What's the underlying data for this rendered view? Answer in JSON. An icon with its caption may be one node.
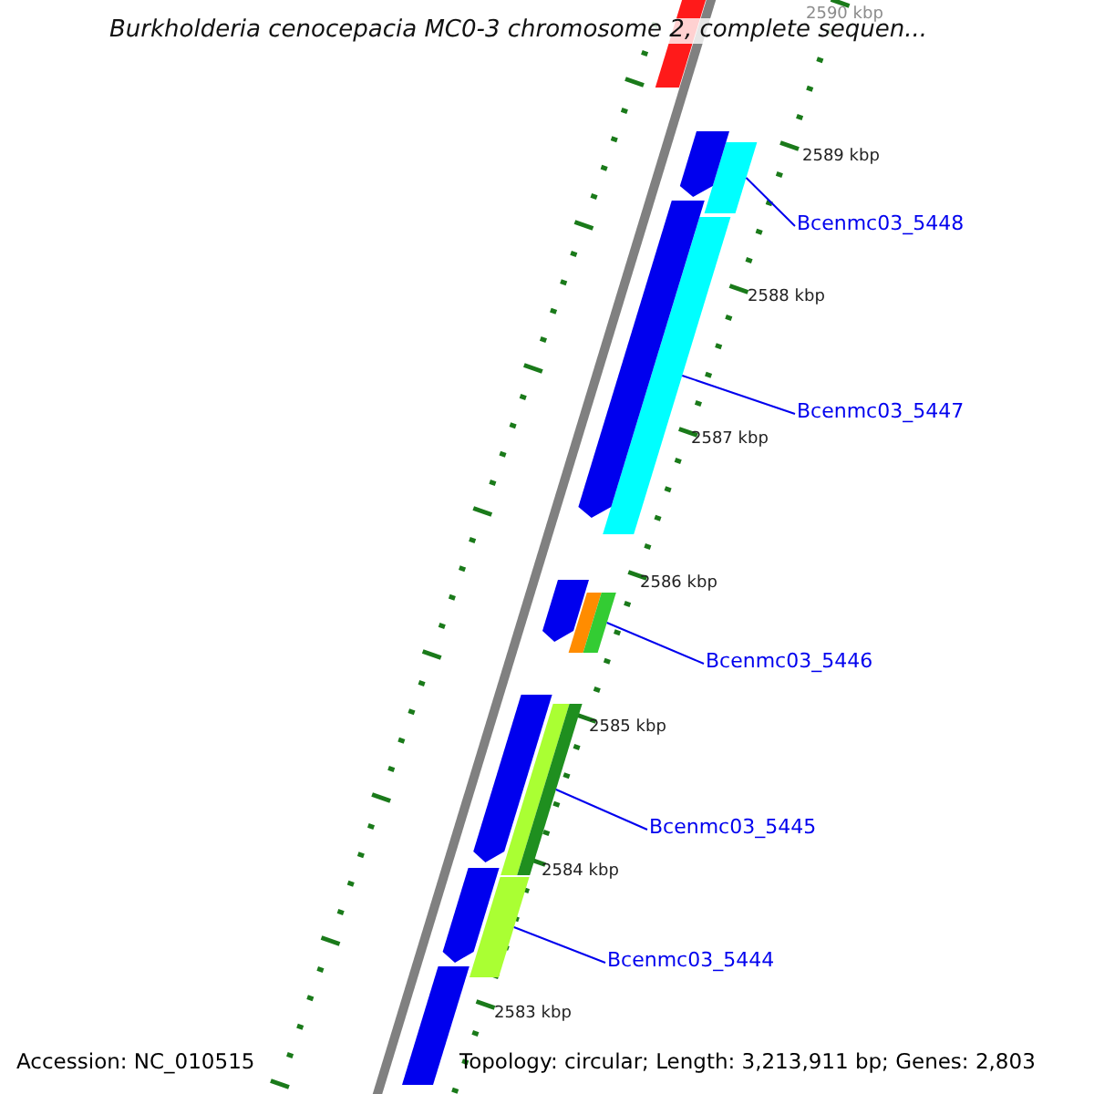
{
  "diagram": {
    "title": "Burkholderia cenocepacia MC0-3 chromosome 2, complete sequen...",
    "nodes": [
      {
        "text": [
          "Bcenmc03_5448"
        ]
      },
      {
        "text": [],
        "shape": "bar"
      },
      {
        "text": [
          "Bcenmc03_5447"
        ]
      },
      {
        "text": [],
        "shape": "bar"
      },
      {
        "text": [
          "Bcenmc03_5446"
        ]
      },
      {
        "text": [],
        "shape": "bar"
      },
      {
        "text": [
          "Bcenmc03_5445"
        ]
      },
      {
        "text": [],
        "shape": "bar"
      },
      {
        "text": [
          "Bcenmc03_5444"
        ]
      },
      {
        "text": [],
        "shape": "bar"
      },
      {
        "text": [],
        "shape": "bar"
      },
      {
        "text": [],
        "shape": "bar"
      },
      {
        "text": [],
        "shape": "bar"
      },
      {
        "text": [],
        "shape": "bar"
      },
      {
        "text": [],
        "shape": "bar"
      },
      {
        "text": [],
        "shape": "bar"
      },
      {
        "text": [],
        "shape": "bar"
      }
    ],
    "edges": [
      {
        "from": 0,
        "to": 1,
        "arrow": "none"
      },
      {
        "from": 2,
        "to": 3,
        "arrow": "none"
      },
      {
        "from": 4,
        "to": 5,
        "arrow": "none"
      },
      {
        "from": 6,
        "to": 7,
        "arrow": "none"
      },
      {
        "from": 8,
        "to": 9,
        "arrow": "none"
      }
    ],
    "labels": [
      "2590 kbp",
      "2589 kbp",
      "2588 kbp",
      "2587 kbp",
      "2586 kbp",
      "2585 kbp",
      "2584 kbp",
      "2583 kbp",
      "Accession: NC_010515",
      "Topology: circular; Length: 3,213,911 bp; Genes: 2,803"
    ]
  }
}
